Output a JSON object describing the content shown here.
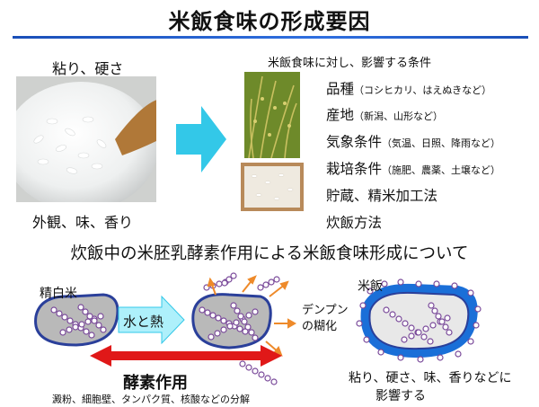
{
  "title": "米飯食味の形成要因",
  "left_photo": {
    "top_label": "粘り、硬さ",
    "bottom_label": "外観、味、香り"
  },
  "conditions": {
    "heading": "米飯食味に対し、影響する条件",
    "items": [
      {
        "label": "品種",
        "detail": "（コシヒカリ、はえぬきなど）"
      },
      {
        "label": "産地",
        "detail": "（新潟、山形など）"
      },
      {
        "label": "気象条件",
        "detail": "（気温、日照、降雨など）"
      },
      {
        "label": "栽培条件",
        "detail": "（施肥、農薬、土壌など）"
      },
      {
        "label": "貯蔵、精米加工法",
        "detail": ""
      },
      {
        "label": "炊飯方法",
        "detail": ""
      }
    ]
  },
  "process": {
    "heading": "炊飯中の米胚乳酵素作用による米飯食味形成について",
    "polished_rice": "精白米",
    "water_heat": "水と熱",
    "gelatinization": [
      "デンプン",
      "の糊化"
    ],
    "cooked_rice": "米飯",
    "enzyme_label": "酵素作用",
    "enzyme_targets": "澱粉、細胞壁、タンパク質、核酸などの分解",
    "result": [
      "粘り、硬さ、味、香りなどに",
      "影響する"
    ]
  },
  "colors": {
    "title_rule": "#1a4fb8",
    "arrow_cyan": "#33c8e8",
    "grain_outline": "#2a3f9a",
    "grain_fill": "#b9b9b9",
    "enzyme_arrow": "#e01818",
    "cooked_layer": "#1a6fd8",
    "molecule": "#8a5aa8",
    "orange_arrow": "#ee8a2a"
  }
}
